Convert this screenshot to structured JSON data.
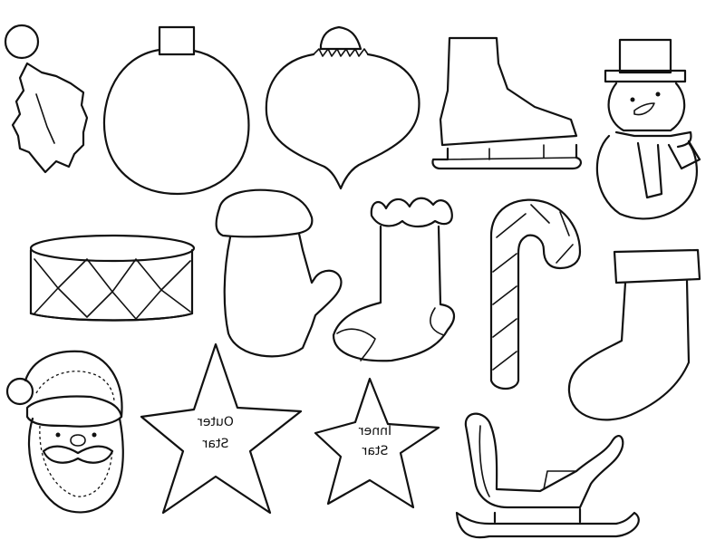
{
  "sheet": {
    "ink_color": "#111111",
    "paper_color": "#ffffff",
    "shapes": [
      "holly",
      "round-ornament",
      "onion-ornament",
      "ice-skate",
      "snowman",
      "drum",
      "mitten",
      "stocking-small",
      "candy-cane",
      "stocking-large",
      "santa",
      "star-outer",
      "star-inner",
      "sleigh"
    ]
  },
  "labels": {
    "outer_star_line1": "Outer",
    "outer_star_line2": "Star",
    "inner_star_line1": "Inner",
    "inner_star_line2": "Star"
  }
}
